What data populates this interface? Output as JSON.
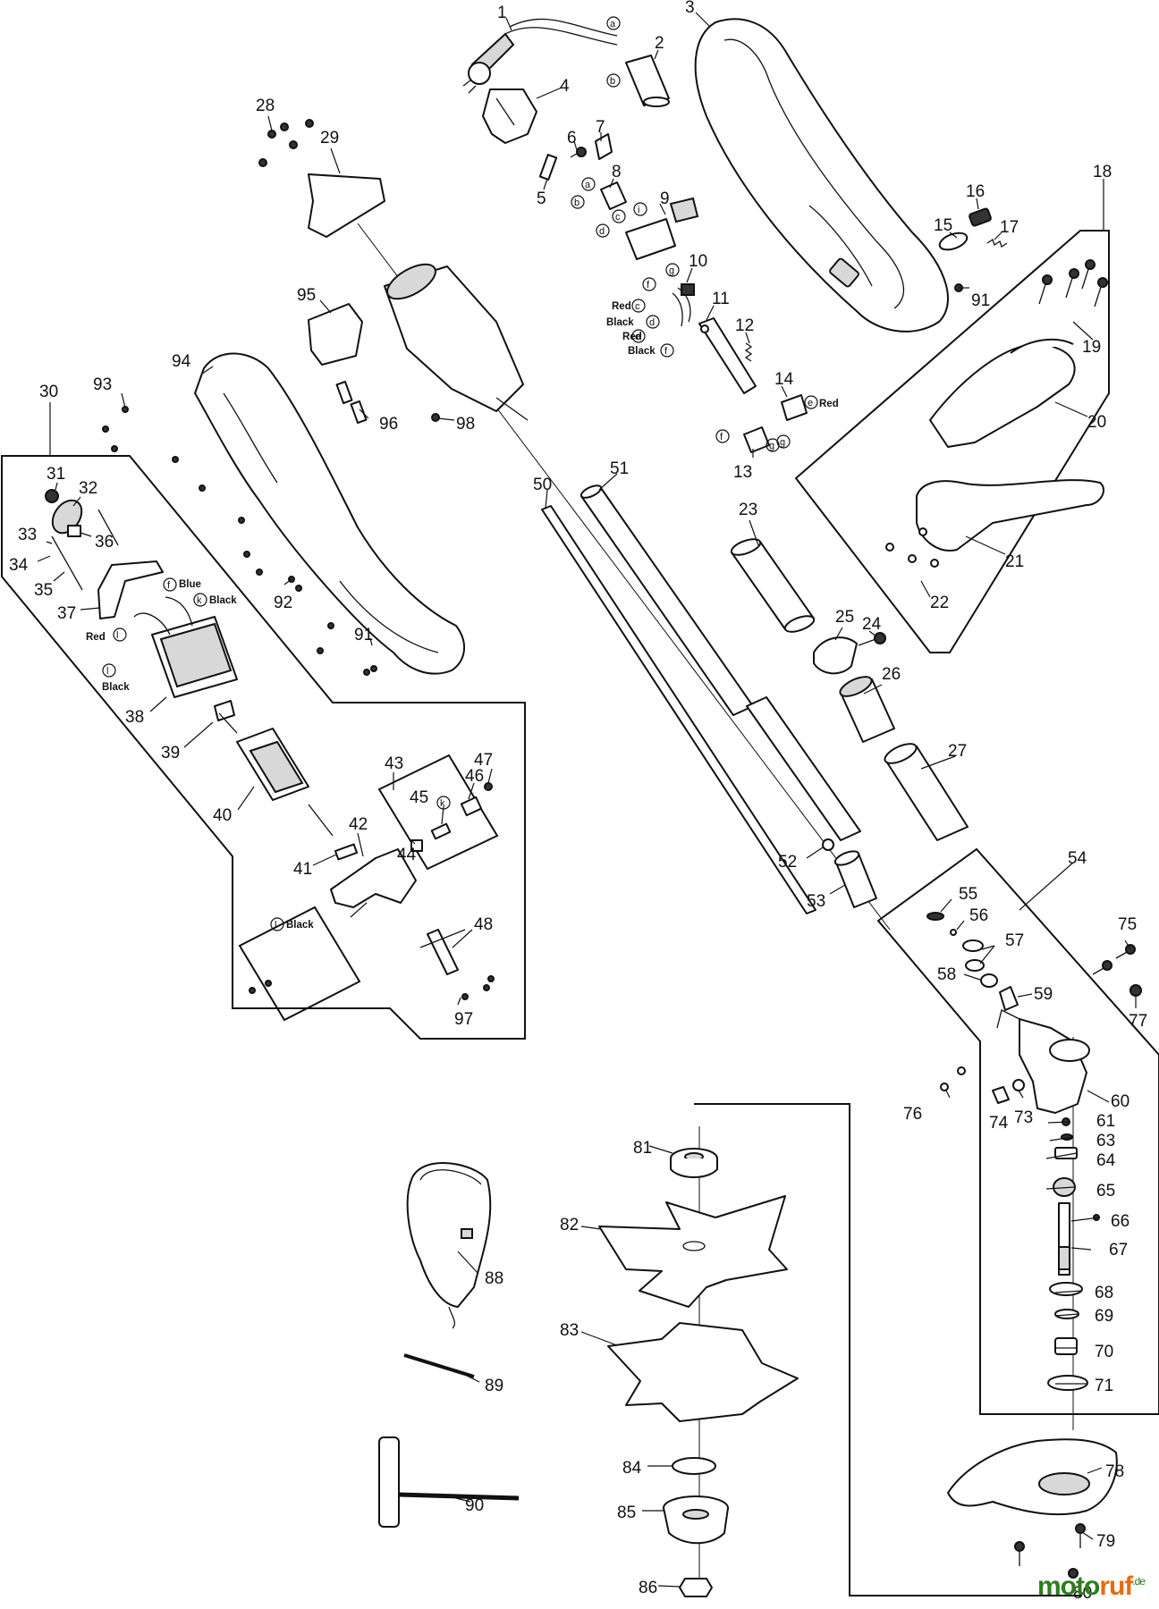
{
  "diagram": {
    "parts": [
      "1",
      "2",
      "3",
      "4",
      "5",
      "6",
      "7",
      "8",
      "9",
      "10",
      "11",
      "12",
      "13",
      "14",
      "15",
      "16",
      "17",
      "18",
      "19",
      "20",
      "21",
      "22",
      "23",
      "24",
      "25",
      "26",
      "27",
      "28",
      "29",
      "30",
      "31",
      "32",
      "33",
      "34",
      "35",
      "36",
      "37",
      "38",
      "39",
      "40",
      "41",
      "42",
      "43",
      "44",
      "45",
      "46",
      "47",
      "48",
      "50",
      "51",
      "52",
      "53",
      "54",
      "55",
      "56",
      "57",
      "58",
      "59",
      "60",
      "61",
      "63",
      "64",
      "65",
      "66",
      "67",
      "68",
      "69",
      "70",
      "71",
      "73",
      "74",
      "75",
      "76",
      "77",
      "78",
      "79",
      "80",
      "81",
      "82",
      "83",
      "84",
      "85",
      "86",
      "88",
      "89",
      "90",
      "91",
      "91",
      "92",
      "93",
      "94",
      "95",
      "96",
      "97",
      "98"
    ],
    "wire_labels": {
      "red": "Red",
      "black": "Black",
      "blue": "Blue"
    },
    "connectors": [
      "a",
      "b",
      "c",
      "d",
      "e",
      "f",
      "g",
      "i",
      "k",
      "l"
    ]
  },
  "watermark": {
    "text_main": "moto",
    "text_accent": "ruf",
    "suffix": ".de",
    "colors": {
      "main": "#2e7d1e",
      "accent": "#e86a10"
    }
  }
}
